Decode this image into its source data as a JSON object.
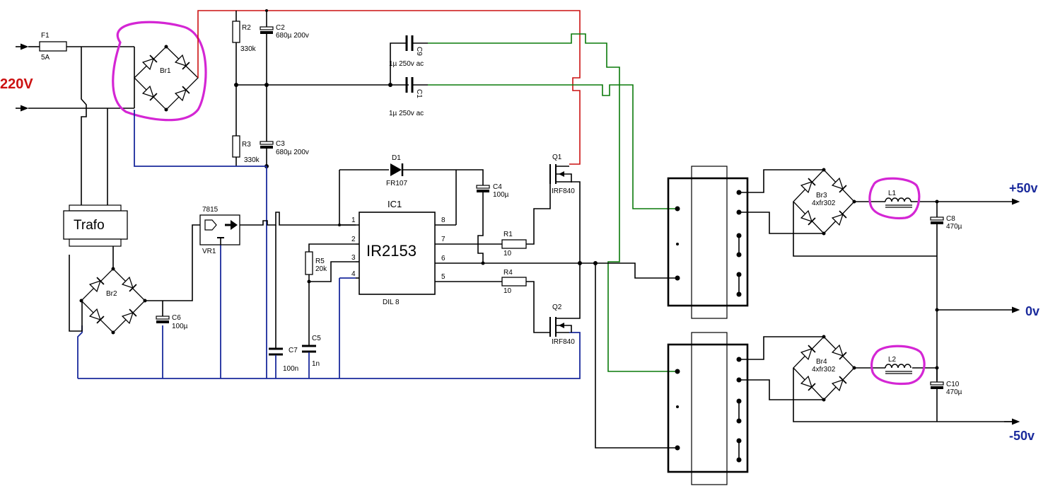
{
  "colors": {
    "wire": "#000000",
    "mains_wire": "#cc1111",
    "secondary_wire": "#0a7a0a",
    "ground_wire": "#1a2a9c",
    "highlight": "#d426d4",
    "mains_label": "#cc1111",
    "rail_label": "#1a2a9c"
  },
  "input": {
    "voltage_label": "220V"
  },
  "fuse": {
    "ref": "F1",
    "value": "5A"
  },
  "bridge1": {
    "ref": "Br1"
  },
  "bridge2": {
    "ref": "Br2"
  },
  "bridge3": {
    "ref": "Br3",
    "value": "4xfr302"
  },
  "bridge4": {
    "ref": "Br4",
    "value": "4xfr302"
  },
  "transformer_small": {
    "label": "Trafo"
  },
  "regulator": {
    "part": "7815",
    "ref": "VR1"
  },
  "ic": {
    "ref": "IC1",
    "part": "IR2153",
    "package": "DIL 8",
    "pins": [
      "1",
      "2",
      "3",
      "4",
      "5",
      "6",
      "7",
      "8"
    ]
  },
  "resistors": {
    "r1": {
      "ref": "R1",
      "value": "10"
    },
    "r2": {
      "ref": "R2",
      "value": "330k"
    },
    "r3": {
      "ref": "R3",
      "value": "330k"
    },
    "r4": {
      "ref": "R4",
      "value": "10"
    },
    "r5": {
      "ref": "R5",
      "value": "20k"
    }
  },
  "capacitors": {
    "c1": {
      "ref": "C1",
      "value": "1µ 250v ac"
    },
    "c2": {
      "ref": "C2",
      "value": "680µ 200v"
    },
    "c3": {
      "ref": "C3",
      "value": "680µ  200v"
    },
    "c4": {
      "ref": "C4",
      "value": "100µ"
    },
    "c5": {
      "ref": "C5",
      "value": "1n"
    },
    "c6": {
      "ref": "C6",
      "value": "100µ"
    },
    "c7": {
      "ref": "C7",
      "value": "100n"
    },
    "c8": {
      "ref": "C8",
      "value": "470µ"
    },
    "c9": {
      "ref": "C9",
      "value": "1µ 250v ac"
    },
    "c10": {
      "ref": "C10",
      "value": "470µ"
    }
  },
  "diode": {
    "ref": "D1",
    "part": "FR107"
  },
  "mosfets": {
    "q1": {
      "ref": "Q1",
      "part": "IRF840"
    },
    "q2": {
      "ref": "Q2",
      "part": "IRF840"
    }
  },
  "inductors": {
    "l1": {
      "ref": "L1"
    },
    "l2": {
      "ref": "L2"
    }
  },
  "outputs": {
    "pos": "+50v",
    "zero": "0v",
    "neg": "-50v"
  }
}
